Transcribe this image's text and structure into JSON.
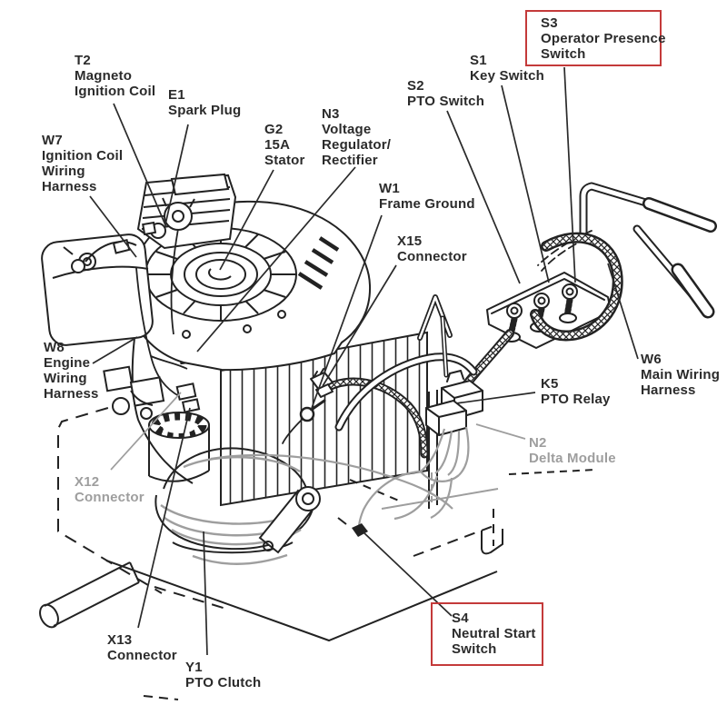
{
  "diagram": {
    "type": "engine-wiring-component-callout-diagram",
    "colors": {
      "line": "#222222",
      "label_text": "#2b2b2b",
      "muted_text": "#9e9e9e",
      "highlight_box": "#c43a3a",
      "background": "#ffffff"
    },
    "components": {
      "t2": {
        "code": "T2",
        "name": "Magneto Ignition Coil",
        "lines": [
          "T2",
          "Magneto",
          "Ignition Coil"
        ],
        "muted": false,
        "highlighted": false
      },
      "e1": {
        "code": "E1",
        "name": "Spark Plug",
        "lines": [
          "E1",
          "Spark Plug"
        ],
        "muted": false,
        "highlighted": false
      },
      "w7": {
        "code": "W7",
        "name": "Ignition Coil Wiring Harness",
        "lines": [
          "W7",
          "Ignition Coil",
          "Wiring",
          "Harness"
        ],
        "muted": false,
        "highlighted": false
      },
      "g2": {
        "code": "G2",
        "name": "15A Stator",
        "lines": [
          "G2",
          "15A",
          "Stator"
        ],
        "muted": false,
        "highlighted": false
      },
      "n3": {
        "code": "N3",
        "name": "Voltage Regulator/Rectifier",
        "lines": [
          "N3",
          "Voltage",
          "Regulator/",
          "Rectifier"
        ],
        "muted": false,
        "highlighted": false
      },
      "w1": {
        "code": "W1",
        "name": "Frame Ground",
        "lines": [
          "W1",
          "Frame Ground"
        ],
        "muted": false,
        "highlighted": false
      },
      "x15": {
        "code": "X15",
        "name": "Connector",
        "lines": [
          "X15",
          "Connector"
        ],
        "muted": false,
        "highlighted": false
      },
      "s2": {
        "code": "S2",
        "name": "PTO Switch",
        "lines": [
          "S2",
          "PTO Switch"
        ],
        "muted": false,
        "highlighted": false
      },
      "s1": {
        "code": "S1",
        "name": "Key Switch",
        "lines": [
          "S1",
          "Key Switch"
        ],
        "muted": false,
        "highlighted": false
      },
      "s3": {
        "code": "S3",
        "name": "Operator Presence Switch",
        "lines": [
          "S3",
          "Operator Presence",
          "Switch"
        ],
        "muted": false,
        "highlighted": true
      },
      "w8": {
        "code": "W8",
        "name": "Engine Wiring Harness",
        "lines": [
          "W8",
          "Engine",
          "Wiring",
          "Harness"
        ],
        "muted": false,
        "highlighted": false
      },
      "k5": {
        "code": "K5",
        "name": "PTO Relay",
        "lines": [
          "K5",
          "PTO Relay"
        ],
        "muted": false,
        "highlighted": false
      },
      "w6": {
        "code": "W6",
        "name": "Main Wiring Harness",
        "lines": [
          "W6",
          "Main Wiring",
          "Harness"
        ],
        "muted": false,
        "highlighted": false
      },
      "n2": {
        "code": "N2",
        "name": "Delta Module",
        "lines": [
          "N2",
          "Delta Module"
        ],
        "muted": true,
        "highlighted": false
      },
      "x12": {
        "code": "X12",
        "name": "Connector",
        "lines": [
          "X12",
          "Connector"
        ],
        "muted": true,
        "highlighted": false
      },
      "x13": {
        "code": "X13",
        "name": "Connector",
        "lines": [
          "X13",
          "Connector"
        ],
        "muted": false,
        "highlighted": false
      },
      "y1": {
        "code": "Y1",
        "name": "PTO Clutch",
        "lines": [
          "Y1",
          "PTO Clutch"
        ],
        "muted": false,
        "highlighted": false
      },
      "s4": {
        "code": "S4",
        "name": "Neutral Start Switch",
        "lines": [
          "S4",
          "Neutral Start",
          "Switch"
        ],
        "muted": false,
        "highlighted": true
      }
    }
  }
}
